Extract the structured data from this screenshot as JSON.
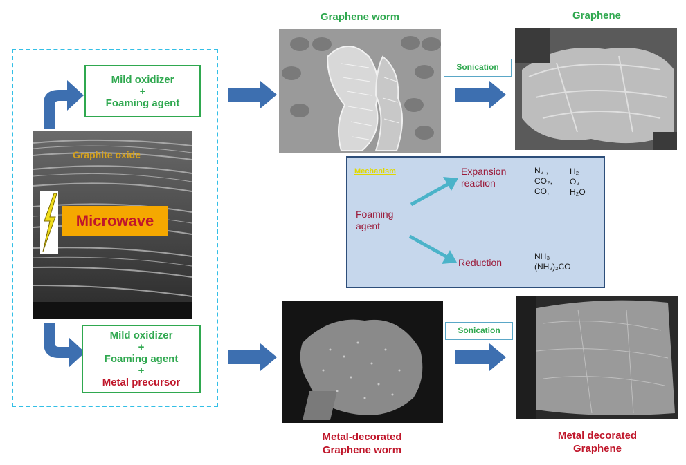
{
  "left_panel": {
    "top_box": [
      "Mild oxidizer",
      "+",
      "Foaming agent"
    ],
    "bottom_box": {
      "lines": [
        "Mild oxidizer",
        "+",
        "Foaming agent",
        "+"
      ],
      "highlight": "Metal precursor"
    },
    "graphite_label": "Graphite oxide",
    "microwave_label": "Microwave"
  },
  "top_row": {
    "worm_title": "Graphene worm",
    "graphene_title": "Graphene",
    "sonication": "Sonication"
  },
  "mechanism": {
    "heading": "Mechanism",
    "foaming": [
      "Foaming",
      "agent"
    ],
    "expansion": [
      "Expansion",
      "reaction"
    ],
    "reduction": "Reduction",
    "expansion_gases_1": [
      "N₂ ,",
      "CO₂,",
      "CO,"
    ],
    "expansion_gases_2": [
      "H₂",
      "O₂",
      "H₂O"
    ],
    "reduction_gases": [
      "NH₃",
      "(NH₂)₂CO"
    ]
  },
  "bottom_row": {
    "sonication": "Sonication",
    "worm_title": [
      "Metal-decorated",
      "Graphene worm"
    ],
    "graphene_title": [
      "Metal decorated",
      "Graphene"
    ]
  },
  "colors": {
    "green": "#2fa84f",
    "red": "#c0172b",
    "arrow_blue": "#3d6fb0",
    "dashed_cyan": "#33bfe6",
    "mechanism_bg": "#c6d7ec",
    "mechanism_arrow": "#4bb3c9"
  },
  "icons": [
    "lightning-icon"
  ]
}
